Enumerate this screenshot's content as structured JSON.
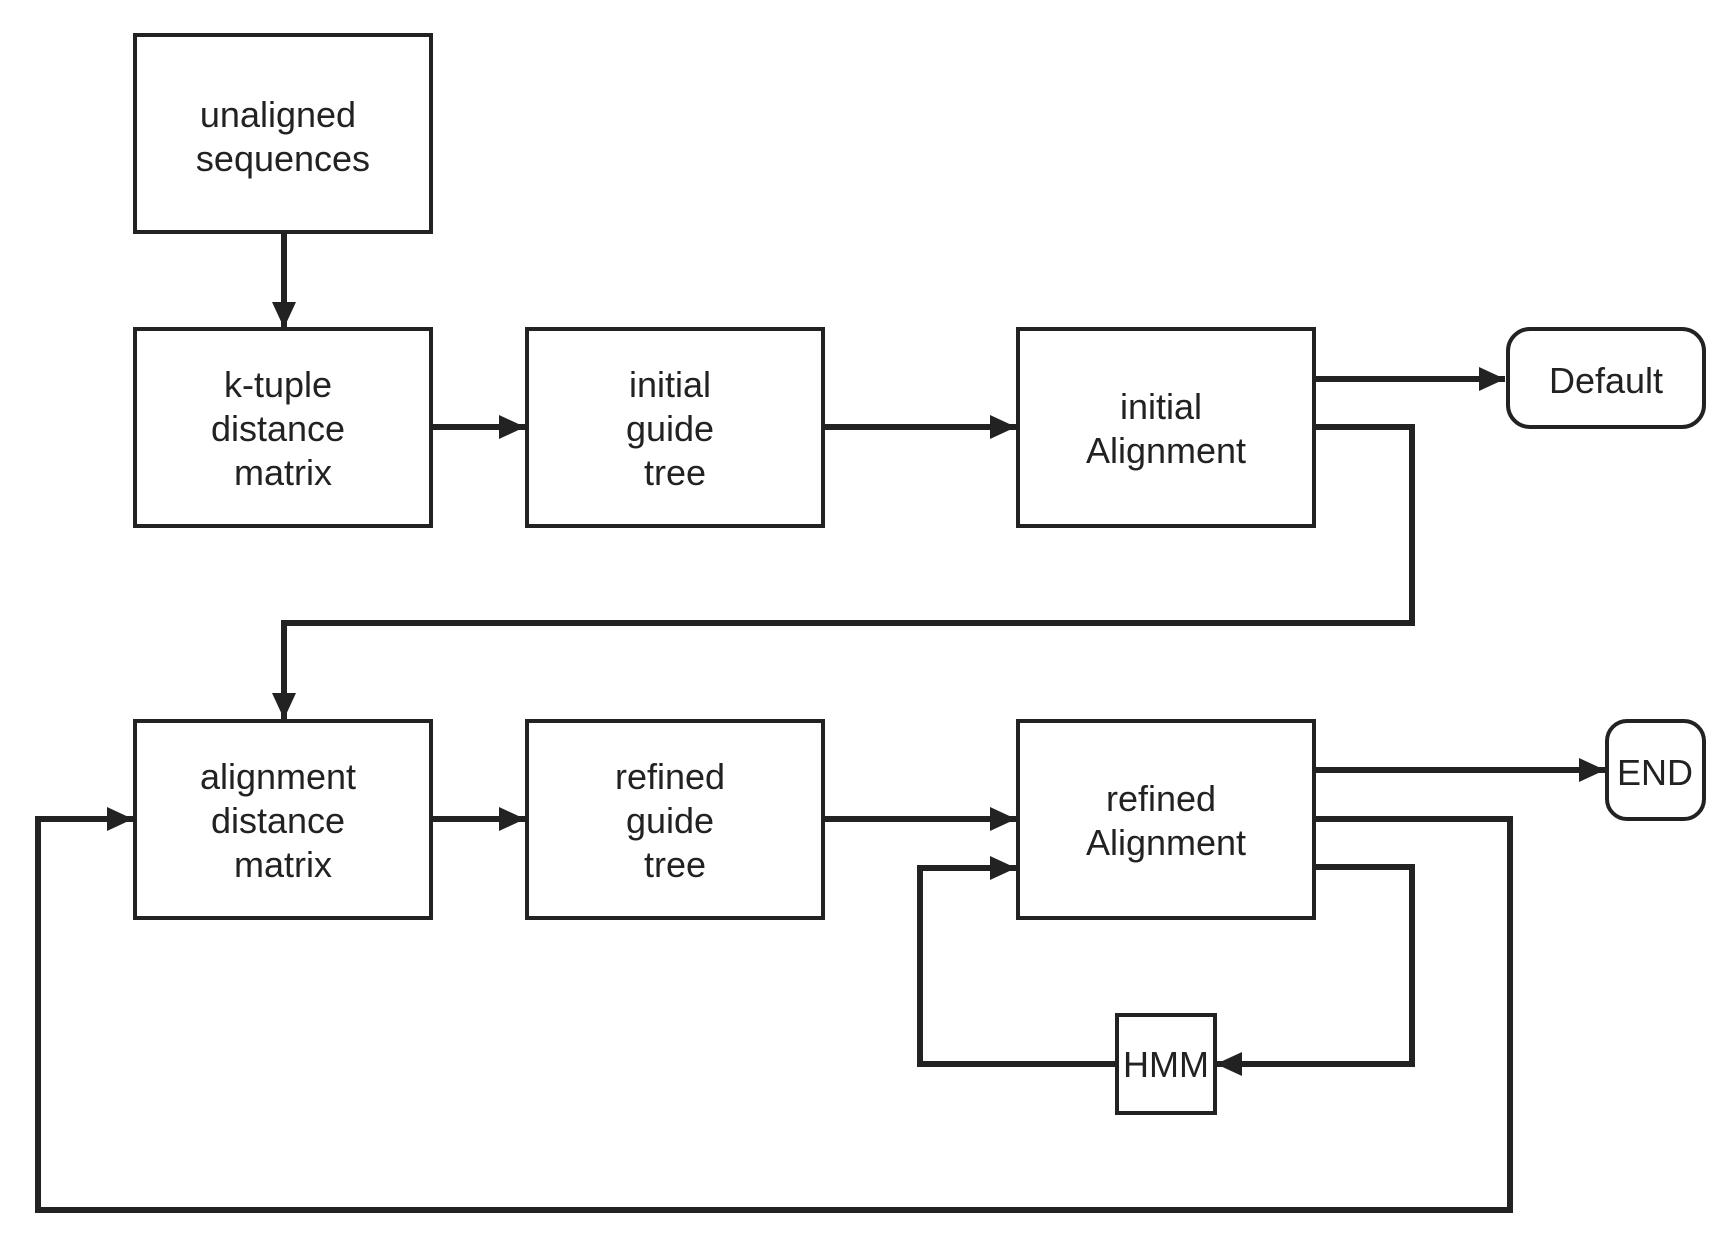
{
  "nodes": {
    "unaligned_sequences": {
      "lines": [
        "unaligned",
        "sequences"
      ]
    },
    "ktuple_distance_matrix": {
      "lines": [
        "k-tuple",
        "distance",
        "matrix"
      ]
    },
    "initial_guide_tree": {
      "lines": [
        "initial",
        "guide",
        "tree"
      ]
    },
    "initial_alignment": {
      "lines": [
        "initial",
        "Alignment"
      ]
    },
    "default": {
      "lines": [
        "Default"
      ]
    },
    "alignment_distance_matrix": {
      "lines": [
        "alignment",
        "distance",
        "matrix"
      ]
    },
    "refined_guide_tree": {
      "lines": [
        "refined",
        "guide",
        "tree"
      ]
    },
    "refined_alignment": {
      "lines": [
        "refined",
        "Alignment"
      ]
    },
    "end": {
      "lines": [
        "END"
      ]
    },
    "hmm": {
      "lines": [
        "HMM"
      ]
    }
  },
  "colors": {
    "stroke": "#222222",
    "background": "#ffffff",
    "text": "#222222"
  }
}
